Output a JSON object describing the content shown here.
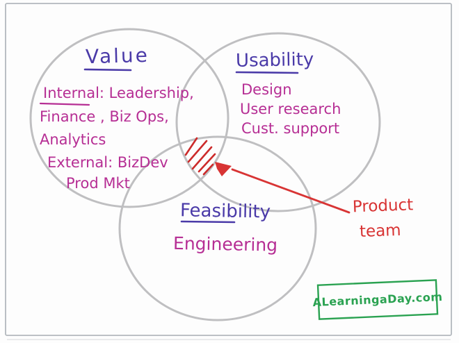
{
  "page": {
    "background_color": "#fdfdfd",
    "frame_color": "#b3b8bd"
  },
  "venn": {
    "type": "venn-diagram",
    "circle_stroke_color": "#bfbfc1",
    "heading_color": "#4a3aa8",
    "body_color": "#b62e94",
    "accent_red": "#d83434",
    "watermark_green": "#2aa251",
    "circles": [
      {
        "id": "value",
        "heading": "Value",
        "items": [
          "Internal: Leadership,",
          "Finance , Biz Ops,",
          "Analytics",
          "External: BizDev",
          "Prod Mkt"
        ]
      },
      {
        "id": "usability",
        "heading": "Usability",
        "items": [
          "Design",
          "User research",
          "Cust. support"
        ]
      },
      {
        "id": "feasibility",
        "heading": "Feasibility",
        "items": [
          "Engineering"
        ]
      }
    ],
    "center_annotation": {
      "line1": "Product",
      "line2": "team",
      "points_to": "center intersection (hatched)"
    },
    "watermark": "ALearningaDay.com"
  }
}
